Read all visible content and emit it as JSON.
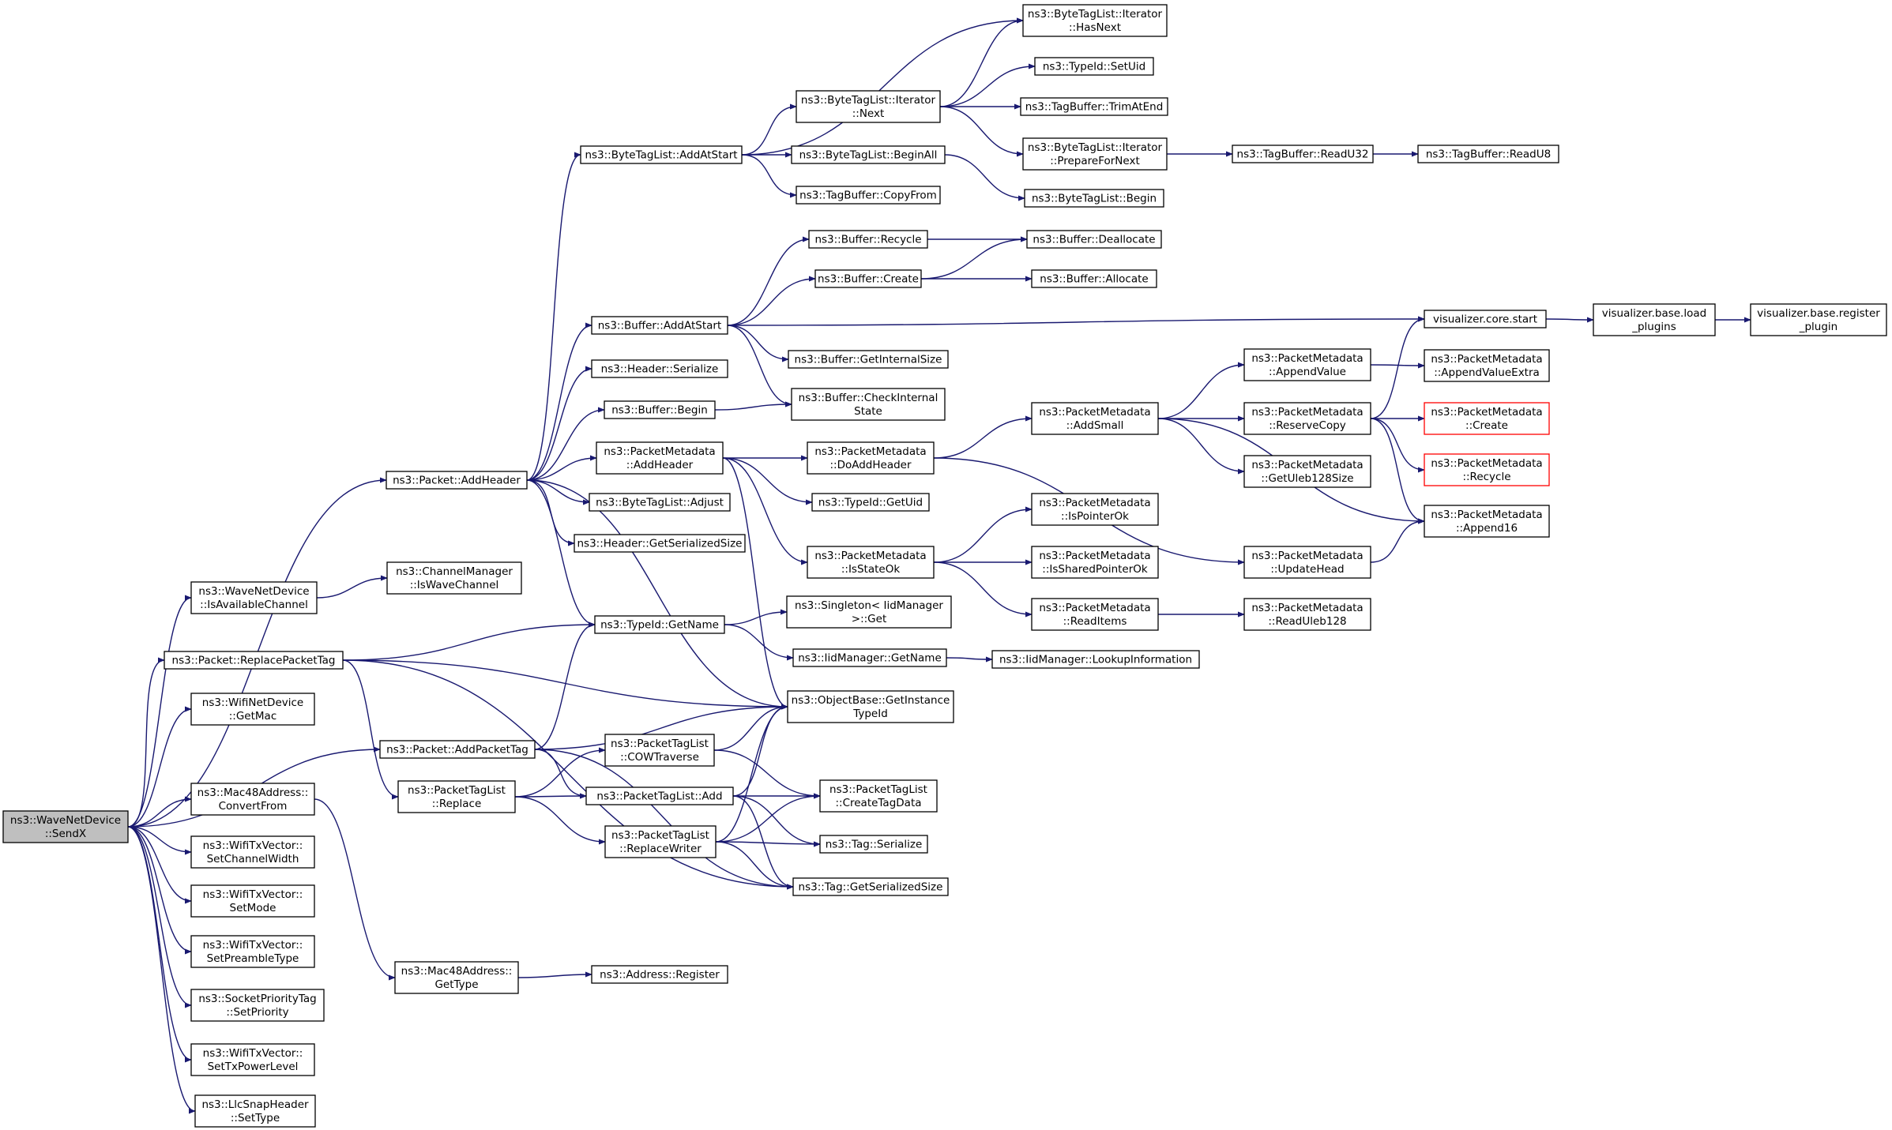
{
  "colors": {
    "edge": "#191970",
    "node_border": "#000000",
    "root_fill": "#bfbfbf",
    "truncated_border": "#ff0000",
    "background": "#ffffff"
  },
  "nodes": [
    {
      "id": "sendx",
      "lines": [
        "ns3::WaveNetDevice",
        "::SendX"
      ],
      "root": true
    },
    {
      "id": "packet_addheader",
      "lines": [
        "ns3::Packet::AddHeader"
      ]
    },
    {
      "id": "isavailablechannel",
      "lines": [
        "ns3::WaveNetDevice",
        "::IsAvailableChannel"
      ]
    },
    {
      "id": "replacepackettag",
      "lines": [
        "ns3::Packet::ReplacePacketTag"
      ]
    },
    {
      "id": "getmac",
      "lines": [
        "ns3::WifiNetDevice",
        "::GetMac"
      ]
    },
    {
      "id": "convertfrom",
      "lines": [
        "ns3::Mac48Address::",
        "ConvertFrom"
      ]
    },
    {
      "id": "setchannelwidth",
      "lines": [
        "ns3::WifiTxVector::",
        "SetChannelWidth"
      ]
    },
    {
      "id": "setmode",
      "lines": [
        "ns3::WifiTxVector::",
        "SetMode"
      ]
    },
    {
      "id": "setpreambletype",
      "lines": [
        "ns3::WifiTxVector::",
        "SetPreambleType"
      ]
    },
    {
      "id": "setpriority",
      "lines": [
        "ns3::SocketPriorityTag",
        "::SetPriority"
      ]
    },
    {
      "id": "settxpowerlevel",
      "lines": [
        "ns3::WifiTxVector::",
        "SetTxPowerLevel"
      ]
    },
    {
      "id": "settype",
      "lines": [
        "ns3::LlcSnapHeader",
        "::SetType"
      ]
    },
    {
      "id": "iswavechannel",
      "lines": [
        "ns3::ChannelManager",
        "::IsWaveChannel"
      ]
    },
    {
      "id": "addpackettag",
      "lines": [
        "ns3::Packet::AddPacketTag"
      ]
    },
    {
      "id": "ptl_replace",
      "lines": [
        "ns3::PacketTagList",
        "::Replace"
      ]
    },
    {
      "id": "mac48_gettype",
      "lines": [
        "ns3::Mac48Address::",
        "GetType"
      ]
    },
    {
      "id": "btl_addatstart",
      "lines": [
        "ns3::ByteTagList::AddAtStart"
      ]
    },
    {
      "id": "buffer_addatstart",
      "lines": [
        "ns3::Buffer::AddAtStart"
      ]
    },
    {
      "id": "header_serialize",
      "lines": [
        "ns3::Header::Serialize"
      ]
    },
    {
      "id": "buffer_begin",
      "lines": [
        "ns3::Buffer::Begin"
      ]
    },
    {
      "id": "pm_addheader",
      "lines": [
        "ns3::PacketMetadata",
        "::AddHeader"
      ]
    },
    {
      "id": "btl_adjust",
      "lines": [
        "ns3::ByteTagList::Adjust"
      ]
    },
    {
      "id": "header_getserializedsize",
      "lines": [
        "ns3::Header::GetSerializedSize"
      ]
    },
    {
      "id": "typeid_getname",
      "lines": [
        "ns3::TypeId::GetName"
      ]
    },
    {
      "id": "ptl_cowtraverse",
      "lines": [
        "ns3::PacketTagList",
        "::COWTraverse"
      ]
    },
    {
      "id": "ptl_add",
      "lines": [
        "ns3::PacketTagList::Add"
      ]
    },
    {
      "id": "ptl_replacewriter",
      "lines": [
        "ns3::PacketTagList",
        "::ReplaceWriter"
      ]
    },
    {
      "id": "address_register",
      "lines": [
        "ns3::Address::Register"
      ]
    },
    {
      "id": "btli_next",
      "lines": [
        "ns3::ByteTagList::Iterator",
        "::Next"
      ]
    },
    {
      "id": "btl_beginall",
      "lines": [
        "ns3::ByteTagList::BeginAll"
      ]
    },
    {
      "id": "tagbuffer_copyfrom",
      "lines": [
        "ns3::TagBuffer::CopyFrom"
      ]
    },
    {
      "id": "buffer_recycle",
      "lines": [
        "ns3::Buffer::Recycle"
      ]
    },
    {
      "id": "buffer_create",
      "lines": [
        "ns3::Buffer::Create"
      ]
    },
    {
      "id": "buffer_getinternalsize",
      "lines": [
        "ns3::Buffer::GetInternalSize"
      ]
    },
    {
      "id": "buffer_checkinternalstate",
      "lines": [
        "ns3::Buffer::CheckInternal",
        "State"
      ]
    },
    {
      "id": "pm_doaddheader",
      "lines": [
        "ns3::PacketMetadata",
        "::DoAddHeader"
      ]
    },
    {
      "id": "typeid_getuid",
      "lines": [
        "ns3::TypeId::GetUid"
      ]
    },
    {
      "id": "pm_isstateok",
      "lines": [
        "ns3::PacketMetadata",
        "::IsStateOk"
      ]
    },
    {
      "id": "singleton_get",
      "lines": [
        "ns3::Singleton< IidManager",
        ">::Get"
      ]
    },
    {
      "id": "iidmanager_getname",
      "lines": [
        "ns3::IidManager::GetName"
      ]
    },
    {
      "id": "objectbase_getinstancetypeid",
      "lines": [
        "ns3::ObjectBase::GetInstance",
        "TypeId"
      ]
    },
    {
      "id": "ptl_createtagdata",
      "lines": [
        "ns3::PacketTagList",
        "::CreateTagData"
      ]
    },
    {
      "id": "tag_serialize",
      "lines": [
        "ns3::Tag::Serialize"
      ]
    },
    {
      "id": "tag_getserializedsize",
      "lines": [
        "ns3::Tag::GetSerializedSize"
      ]
    },
    {
      "id": "btli_hasnext",
      "lines": [
        "ns3::ByteTagList::Iterator",
        "::HasNext"
      ]
    },
    {
      "id": "typeid_setuid",
      "lines": [
        "ns3::TypeId::SetUid"
      ]
    },
    {
      "id": "tagbuffer_trimatend",
      "lines": [
        "ns3::TagBuffer::TrimAtEnd"
      ]
    },
    {
      "id": "btli_preparefornext",
      "lines": [
        "ns3::ByteTagList::Iterator",
        "::PrepareForNext"
      ]
    },
    {
      "id": "btl_begin",
      "lines": [
        "ns3::ByteTagList::Begin"
      ]
    },
    {
      "id": "buffer_deallocate",
      "lines": [
        "ns3::Buffer::Deallocate"
      ]
    },
    {
      "id": "buffer_allocate",
      "lines": [
        "ns3::Buffer::Allocate"
      ]
    },
    {
      "id": "pm_addsmall",
      "lines": [
        "ns3::PacketMetadata",
        "::AddSmall"
      ]
    },
    {
      "id": "pm_ispointerok",
      "lines": [
        "ns3::PacketMetadata",
        "::IsPointerOk"
      ]
    },
    {
      "id": "pm_issharedpointerok",
      "lines": [
        "ns3::PacketMetadata",
        "::IsSharedPointerOk"
      ]
    },
    {
      "id": "pm_readitems",
      "lines": [
        "ns3::PacketMetadata",
        "::ReadItems"
      ]
    },
    {
      "id": "iidmanager_lookupinformation",
      "lines": [
        "ns3::IidManager::LookupInformation"
      ]
    },
    {
      "id": "tagbuffer_readu32",
      "lines": [
        "ns3::TagBuffer::ReadU32"
      ]
    },
    {
      "id": "pm_appendvalue",
      "lines": [
        "ns3::PacketMetadata",
        "::AppendValue"
      ]
    },
    {
      "id": "pm_reservecopy",
      "lines": [
        "ns3::PacketMetadata",
        "::ReserveCopy"
      ]
    },
    {
      "id": "pm_getuleb128size",
      "lines": [
        "ns3::PacketMetadata",
        "::GetUleb128Size"
      ]
    },
    {
      "id": "pm_updatehead",
      "lines": [
        "ns3::PacketMetadata",
        "::UpdateHead"
      ]
    },
    {
      "id": "pm_readuleb128",
      "lines": [
        "ns3::PacketMetadata",
        "::ReadUleb128"
      ]
    },
    {
      "id": "tagbuffer_readu8",
      "lines": [
        "ns3::TagBuffer::ReadU8"
      ]
    },
    {
      "id": "visualizer_core_start",
      "lines": [
        "visualizer.core.start"
      ]
    },
    {
      "id": "pm_appendvalueextra",
      "lines": [
        "ns3::PacketMetadata",
        "::AppendValueExtra"
      ]
    },
    {
      "id": "pm_create",
      "lines": [
        "ns3::PacketMetadata",
        "::Create"
      ],
      "truncated": true
    },
    {
      "id": "pm_recycle",
      "lines": [
        "ns3::PacketMetadata",
        "::Recycle"
      ],
      "truncated": true
    },
    {
      "id": "pm_append16",
      "lines": [
        "ns3::PacketMetadata",
        "::Append16"
      ]
    },
    {
      "id": "visualizer_base_load_plugins",
      "lines": [
        "visualizer.base.load",
        "_plugins"
      ]
    },
    {
      "id": "visualizer_base_register_plugin",
      "lines": [
        "visualizer.base.register",
        "_plugin"
      ]
    }
  ],
  "edges": [
    [
      "sendx",
      "packet_addheader"
    ],
    [
      "sendx",
      "isavailablechannel"
    ],
    [
      "sendx",
      "replacepackettag"
    ],
    [
      "sendx",
      "getmac"
    ],
    [
      "sendx",
      "addpackettag"
    ],
    [
      "sendx",
      "convertfrom"
    ],
    [
      "sendx",
      "setchannelwidth"
    ],
    [
      "sendx",
      "setmode"
    ],
    [
      "sendx",
      "setpreambletype"
    ],
    [
      "sendx",
      "setpriority"
    ],
    [
      "sendx",
      "settxpowerlevel"
    ],
    [
      "sendx",
      "settype"
    ],
    [
      "isavailablechannel",
      "iswavechannel"
    ],
    [
      "replacepackettag",
      "typeid_getname"
    ],
    [
      "replacepackettag",
      "objectbase_getinstancetypeid"
    ],
    [
      "replacepackettag",
      "ptl_replace"
    ],
    [
      "replacepackettag",
      "tag_getserializedsize"
    ],
    [
      "convertfrom",
      "mac48_gettype"
    ],
    [
      "mac48_gettype",
      "address_register"
    ],
    [
      "addpackettag",
      "typeid_getname"
    ],
    [
      "addpackettag",
      "objectbase_getinstancetypeid"
    ],
    [
      "addpackettag",
      "ptl_add"
    ],
    [
      "addpackettag",
      "tag_getserializedsize"
    ],
    [
      "ptl_replace",
      "ptl_cowtraverse"
    ],
    [
      "ptl_replace",
      "ptl_add"
    ],
    [
      "ptl_replace",
      "ptl_replacewriter"
    ],
    [
      "packet_addheader",
      "btl_addatstart"
    ],
    [
      "packet_addheader",
      "buffer_addatstart"
    ],
    [
      "packet_addheader",
      "header_serialize"
    ],
    [
      "packet_addheader",
      "buffer_begin"
    ],
    [
      "packet_addheader",
      "pm_addheader"
    ],
    [
      "packet_addheader",
      "btl_adjust"
    ],
    [
      "packet_addheader",
      "header_getserializedsize"
    ],
    [
      "packet_addheader",
      "typeid_getname"
    ],
    [
      "packet_addheader",
      "objectbase_getinstancetypeid"
    ],
    [
      "btl_addatstart",
      "btli_hasnext"
    ],
    [
      "btl_addatstart",
      "btli_next"
    ],
    [
      "btl_addatstart",
      "btl_beginall"
    ],
    [
      "btl_addatstart",
      "tagbuffer_copyfrom"
    ],
    [
      "btli_next",
      "btli_hasnext"
    ],
    [
      "btli_next",
      "typeid_setuid"
    ],
    [
      "btli_next",
      "tagbuffer_trimatend"
    ],
    [
      "btli_next",
      "btli_preparefornext"
    ],
    [
      "btli_preparefornext",
      "tagbuffer_readu32"
    ],
    [
      "tagbuffer_readu32",
      "tagbuffer_readu8"
    ],
    [
      "btl_beginall",
      "btl_begin"
    ],
    [
      "buffer_addatstart",
      "buffer_recycle"
    ],
    [
      "buffer_addatstart",
      "buffer_create"
    ],
    [
      "buffer_addatstart",
      "visualizer_core_start"
    ],
    [
      "buffer_addatstart",
      "buffer_getinternalsize"
    ],
    [
      "buffer_addatstart",
      "buffer_checkinternalstate"
    ],
    [
      "buffer_recycle",
      "buffer_deallocate"
    ],
    [
      "buffer_create",
      "buffer_deallocate"
    ],
    [
      "buffer_create",
      "buffer_allocate"
    ],
    [
      "buffer_begin",
      "buffer_checkinternalstate"
    ],
    [
      "pm_addheader",
      "pm_doaddheader"
    ],
    [
      "pm_addheader",
      "typeid_getuid"
    ],
    [
      "pm_addheader",
      "pm_isstateok"
    ],
    [
      "pm_addheader",
      "objectbase_getinstancetypeid"
    ],
    [
      "pm_doaddheader",
      "pm_addsmall"
    ],
    [
      "pm_doaddheader",
      "pm_updatehead"
    ],
    [
      "pm_addsmall",
      "pm_appendvalue"
    ],
    [
      "pm_addsmall",
      "pm_reservecopy"
    ],
    [
      "pm_addsmall",
      "pm_getuleb128size"
    ],
    [
      "pm_addsmall",
      "pm_append16"
    ],
    [
      "pm_appendvalue",
      "pm_appendvalueextra"
    ],
    [
      "pm_reservecopy",
      "visualizer_core_start"
    ],
    [
      "pm_reservecopy",
      "pm_create"
    ],
    [
      "pm_reservecopy",
      "pm_recycle"
    ],
    [
      "pm_reservecopy",
      "pm_append16"
    ],
    [
      "pm_updatehead",
      "pm_append16"
    ],
    [
      "pm_isstateok",
      "pm_ispointerok"
    ],
    [
      "pm_isstateok",
      "pm_issharedpointerok"
    ],
    [
      "pm_isstateok",
      "pm_readitems"
    ],
    [
      "pm_readitems",
      "pm_readuleb128"
    ],
    [
      "typeid_getname",
      "singleton_get"
    ],
    [
      "typeid_getname",
      "iidmanager_getname"
    ],
    [
      "iidmanager_getname",
      "iidmanager_lookupinformation"
    ],
    [
      "ptl_cowtraverse",
      "objectbase_getinstancetypeid"
    ],
    [
      "ptl_cowtraverse",
      "ptl_createtagdata"
    ],
    [
      "ptl_add",
      "objectbase_getinstancetypeid"
    ],
    [
      "ptl_add",
      "ptl_createtagdata"
    ],
    [
      "ptl_add",
      "tag_serialize"
    ],
    [
      "ptl_add",
      "tag_getserializedsize"
    ],
    [
      "ptl_replacewriter",
      "objectbase_getinstancetypeid"
    ],
    [
      "ptl_replacewriter",
      "ptl_createtagdata"
    ],
    [
      "ptl_replacewriter",
      "tag_serialize"
    ],
    [
      "ptl_replacewriter",
      "tag_getserializedsize"
    ],
    [
      "visualizer_core_start",
      "visualizer_base_load_plugins"
    ],
    [
      "visualizer_base_load_plugins",
      "visualizer_base_register_plugin"
    ]
  ]
}
